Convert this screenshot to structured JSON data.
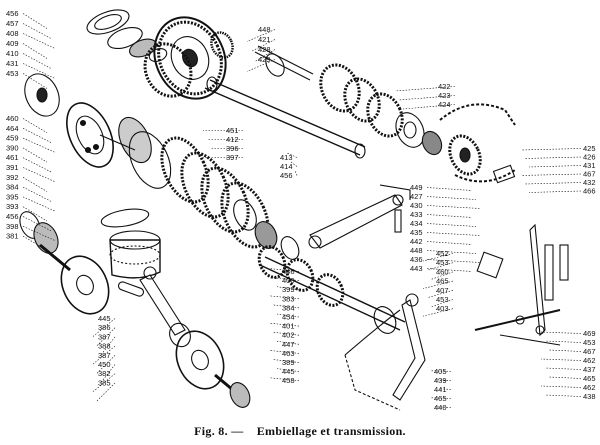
{
  "caption": {
    "prefix": "Fig. 8. —",
    "title": "Embiellage et transmission."
  },
  "colors": {
    "ink": "#111111",
    "paper": "#ffffff"
  },
  "labels": {
    "top_left": [
      "456",
      "457",
      "408",
      "409",
      "410",
      "431",
      "453"
    ],
    "left_column": [
      "460",
      "464",
      "459",
      "390",
      "461",
      "391",
      "392",
      "384",
      "395",
      "393",
      "456",
      "398",
      "381"
    ],
    "left_lower": [
      "445",
      "386",
      "387",
      "388",
      "387",
      "450",
      "382",
      "385"
    ],
    "top_center": [
      "448",
      "421",
      "428",
      "429"
    ],
    "clutch_center": [
      "451",
      "412",
      "396",
      "397"
    ],
    "shaft_center": [
      "413",
      "414",
      "456"
    ],
    "gear_right": [
      "422",
      "423",
      "424"
    ],
    "center_lower": [
      "446",
      "400",
      "399",
      "383",
      "384",
      "454",
      "401",
      "402",
      "447",
      "463",
      "389",
      "445",
      "458"
    ],
    "chain_right": [
      "425",
      "426",
      "431",
      "467",
      "432",
      "466"
    ],
    "kick_right": [
      "449",
      "427",
      "430",
      "433",
      "434",
      "435",
      "442",
      "448",
      "436",
      "443"
    ],
    "mid_right": [
      "452",
      "453",
      "460",
      "465",
      "407",
      "453",
      "403"
    ],
    "pedal_lower": [
      "405",
      "439",
      "441",
      "465",
      "440"
    ],
    "far_right": [
      "469",
      "453",
      "467",
      "462",
      "437",
      "465",
      "462",
      "438"
    ]
  }
}
